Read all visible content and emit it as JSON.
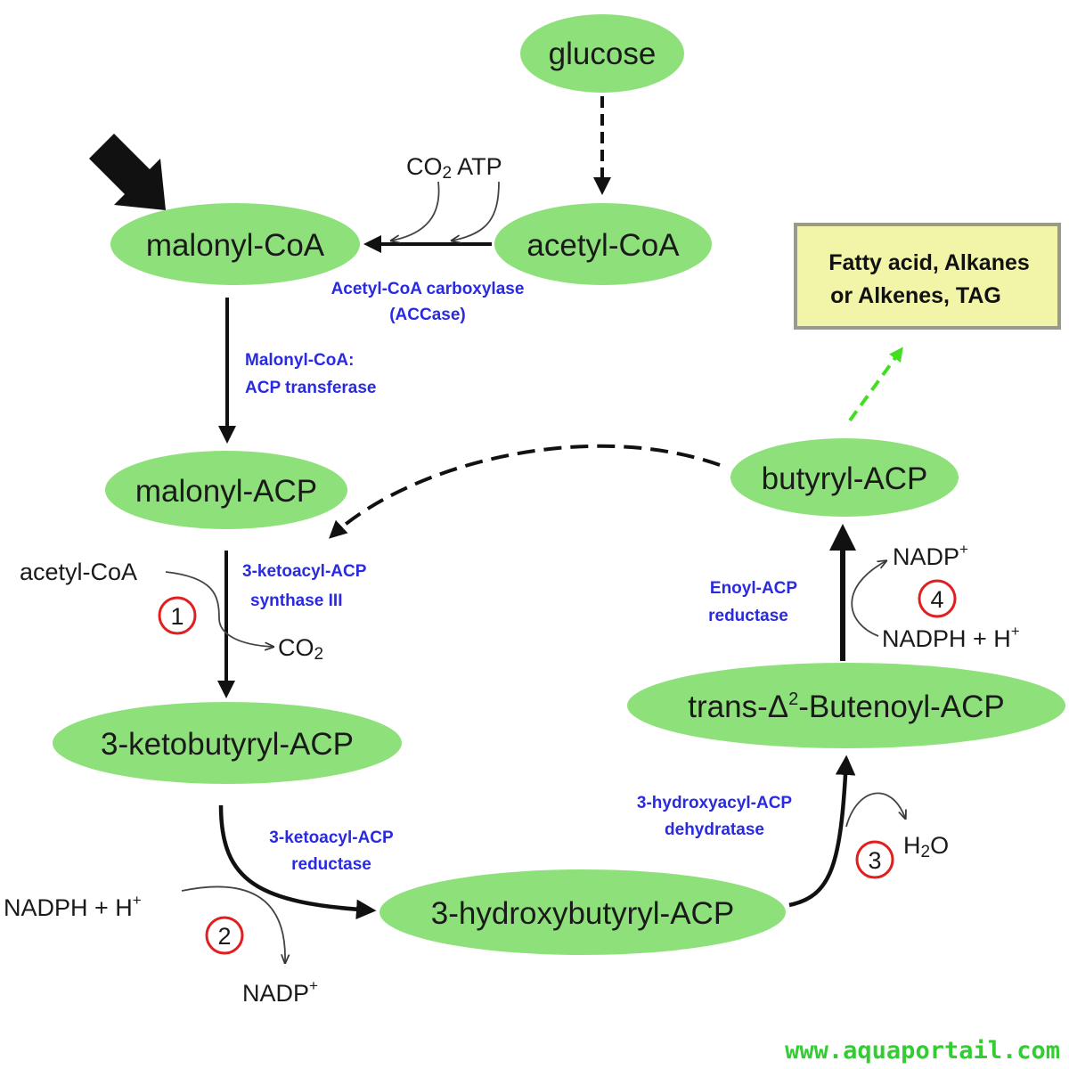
{
  "nodes": {
    "glucose": "glucose",
    "acetyl_coa": "acetyl-CoA",
    "malonyl_coa": "malonyl-CoA",
    "malonyl_acp": "malonyl-ACP",
    "ketobutyryl_acp": "3-ketobutyryl-ACP",
    "hydroxybutyryl_acp": "3-hydroxybutyryl-ACP",
    "butenoyl_acp": {
      "prefix": "trans-Δ",
      "sup": "2",
      "suffix": "-Butenoyl-ACP"
    },
    "butyryl_acp": "butyryl-ACP"
  },
  "product_box": {
    "line1": "Fatty acid, Alkanes",
    "line2": "or Alkenes, TAG"
  },
  "enzymes": {
    "accase_line1": "Acetyl-CoA carboxylase",
    "accase_line2": "(ACCase)",
    "transferase_line1": "Malonyl-CoA:",
    "transferase_line2": "ACP transferase",
    "kas3_line1": "3-ketoacyl-ACP",
    "kas3_line2": "synthase III",
    "kar_line1": "3-ketoacyl-ACP",
    "kar_line2": "reductase",
    "dehydratase_line1": "3-hydroxyacyl-ACP",
    "dehydratase_line2": "dehydratase",
    "enoyl_line1": "Enoyl-ACP",
    "enoyl_line2": "reductase"
  },
  "cofactors": {
    "co2_atp": {
      "co": "CO",
      "sub": "2",
      "atp": " ATP"
    },
    "step1_in": "acetyl-CoA",
    "step1_out": {
      "co": "CO",
      "sub": "2"
    },
    "step2_in": {
      "text": "NADPH + H",
      "sup": "+"
    },
    "step2_out": {
      "text": "NADP",
      "sup": "+"
    },
    "step3_out": {
      "h": "H",
      "sub": "2",
      "o": "O"
    },
    "step4_in": {
      "text": "NADPH + H",
      "sup": "+"
    },
    "step4_out": {
      "text": "NADP",
      "sup": "+"
    }
  },
  "steps": [
    "1",
    "2",
    "3",
    "4"
  ],
  "watermark": "www.aquaportail.com",
  "colors": {
    "node_fill": "#8ee07a",
    "enzyme_text": "#2a2ae0",
    "step_circle": "#e02020",
    "product_box_fill": "#f2f5a8",
    "product_box_border": "#9a9a8a",
    "green_arrow": "#44dd22",
    "watermark": "#33cc33"
  }
}
